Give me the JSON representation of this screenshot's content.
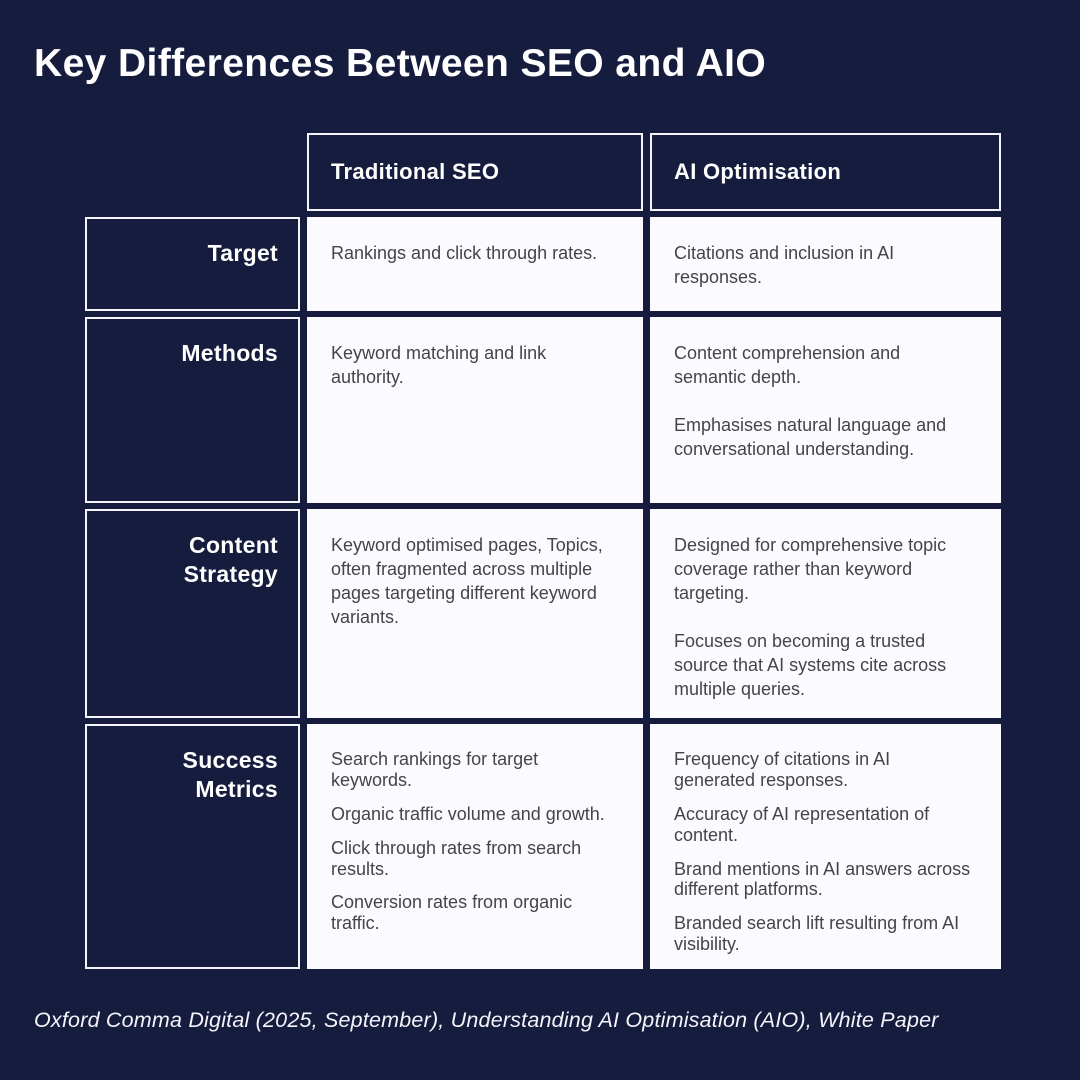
{
  "page": {
    "title": "Key Differences Between SEO and AIO",
    "footer": "Oxford Comma Digital (2025, September), Understanding AI Optimisation (AIO), White Paper"
  },
  "table": {
    "columns": [
      "Traditional SEO",
      "AI Optimisation"
    ],
    "rows": [
      {
        "label": "Target",
        "seo": [
          "Rankings and click through rates."
        ],
        "aio": [
          "Citations and inclusion in AI responses."
        ]
      },
      {
        "label": "Methods",
        "seo": [
          "Keyword matching and link authority."
        ],
        "aio": [
          "Content comprehension and semantic depth.",
          "Emphasises natural language and conversational understanding."
        ]
      },
      {
        "label": "Content Strategy",
        "seo": [
          "Keyword optimised pages, Topics, often fragmented across multiple pages targeting different keyword variants."
        ],
        "aio": [
          "Designed for comprehensive topic coverage rather than keyword targeting.",
          "Focuses on becoming a trusted source that AI systems cite across multiple queries."
        ]
      },
      {
        "label": "Success Metrics",
        "seo": [
          "Search rankings for target keywords.",
          "Organic traffic volume and growth.",
          "Click through rates from search results.",
          "Conversion rates from organic traffic."
        ],
        "aio": [
          "Frequency of citations in AI generated responses.",
          "Accuracy of AI representation of content.",
          "Brand mentions in AI answers across different platforms.",
          "Branded search lift resulting from AI visibility."
        ]
      }
    ]
  },
  "colors": {
    "background": "#161c3e",
    "cell_border": "#f4f3f9",
    "cell_light_background": "#fbfafe",
    "content_text": "#454545",
    "heading_text": "#ffffff"
  }
}
